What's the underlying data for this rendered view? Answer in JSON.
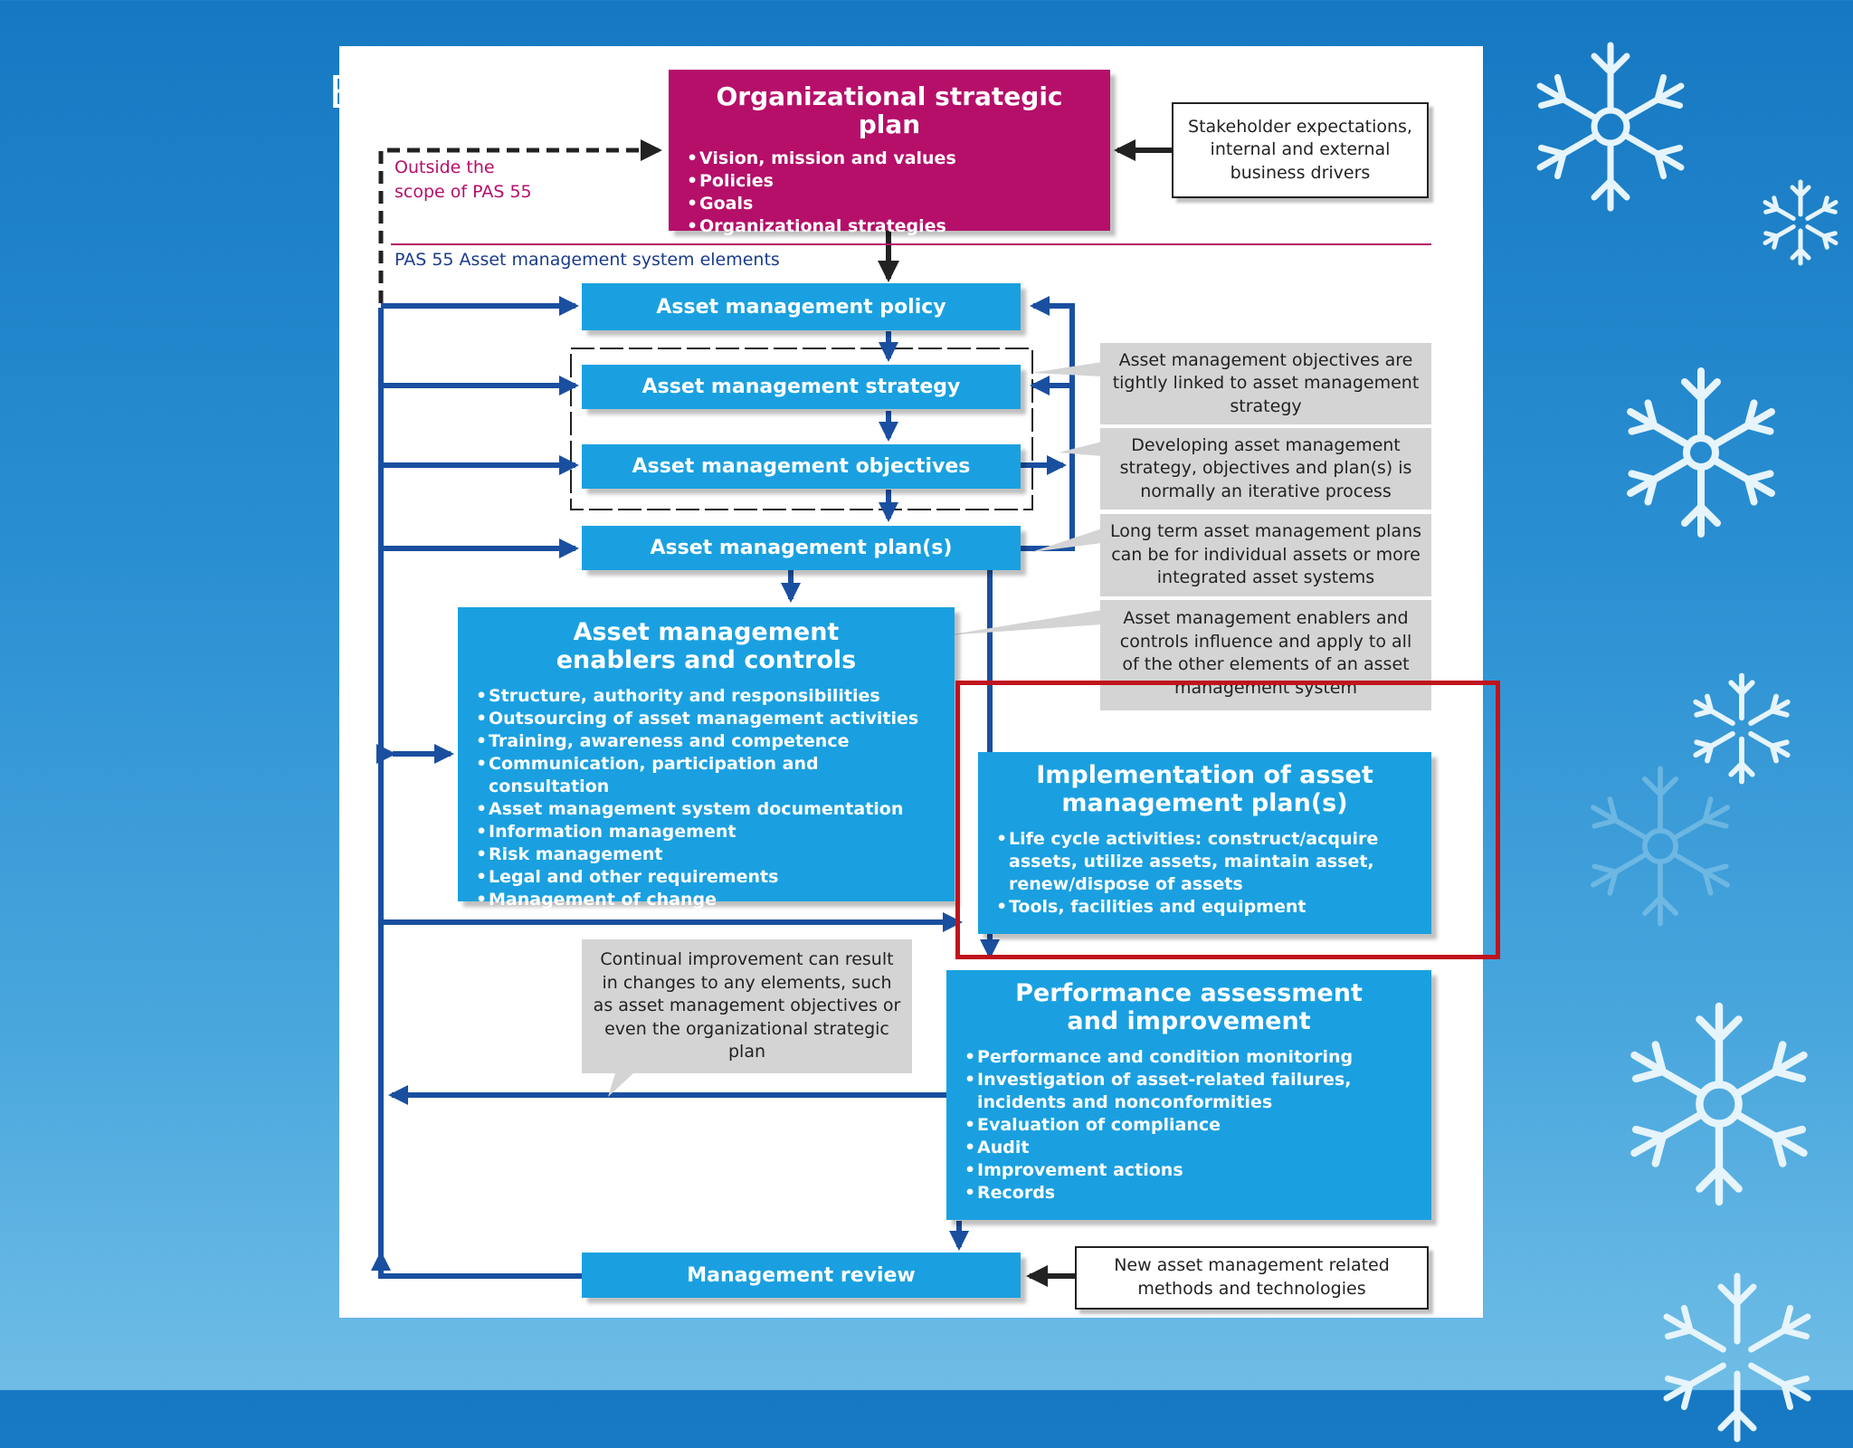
{
  "slide": {
    "title_fragment": "E"
  },
  "diagram": {
    "strategic_plan": {
      "title": "Organizational strategic plan",
      "items": [
        "Vision, mission and values",
        "Policies",
        "Goals",
        "Organizational strategies"
      ]
    },
    "stakeholder": "Stakeholder expectations, internal and external business drivers",
    "outside_scope": "Outside the scope of PAS 55",
    "pas55_label": "PAS 55 Asset management system elements",
    "policy": "Asset management policy",
    "strategy": "Asset management strategy",
    "objectives": "Asset management objectives",
    "plans": "Asset management plan(s)",
    "note_objectives": "Asset management objectives are tightly linked to asset management strategy",
    "note_iterative": "Developing asset management strategy, objectives and plan(s) is normally an iterative process",
    "note_long_term": "Long term asset management plans can be for individual assets or more integrated asset systems",
    "note_enablers": "Asset management enablers and controls influence and apply to all of the other elements of an asset management system",
    "enablers": {
      "title": "Asset management enablers and controls",
      "items": [
        "Structure, authority and responsibilities",
        "Outsourcing of asset management activities",
        "Training, awareness and competence",
        "Communication, participation and consultation",
        "Asset management system documentation",
        "Information management",
        "Risk management",
        "Legal and other requirements",
        "Management of change"
      ]
    },
    "implementation": {
      "title": "Implementation of asset management plan(s)",
      "items": [
        "Life cycle activities: construct/acquire assets, utilize assets, maintain asset, renew/dispose of assets",
        "Tools, facilities and equipment"
      ]
    },
    "note_continual": "Continual improvement can result in changes to any elements, such as asset management objectives or even the organizational strategic plan",
    "performance": {
      "title": "Performance assessment and improvement",
      "items": [
        "Performance and condition monitoring",
        "Investigation of asset-related failures, incidents and nonconformities",
        "Evaluation of compliance",
        "Audit",
        "Improvement actions",
        "Records"
      ]
    },
    "review": "Management review",
    "new_methods": "New asset management related methods and technologies"
  },
  "colors": {
    "blue_box": "#1aa0e0",
    "magenta_box": "#b50f6a",
    "arrow": "#1a4fa0",
    "highlight": "#c0141c"
  }
}
